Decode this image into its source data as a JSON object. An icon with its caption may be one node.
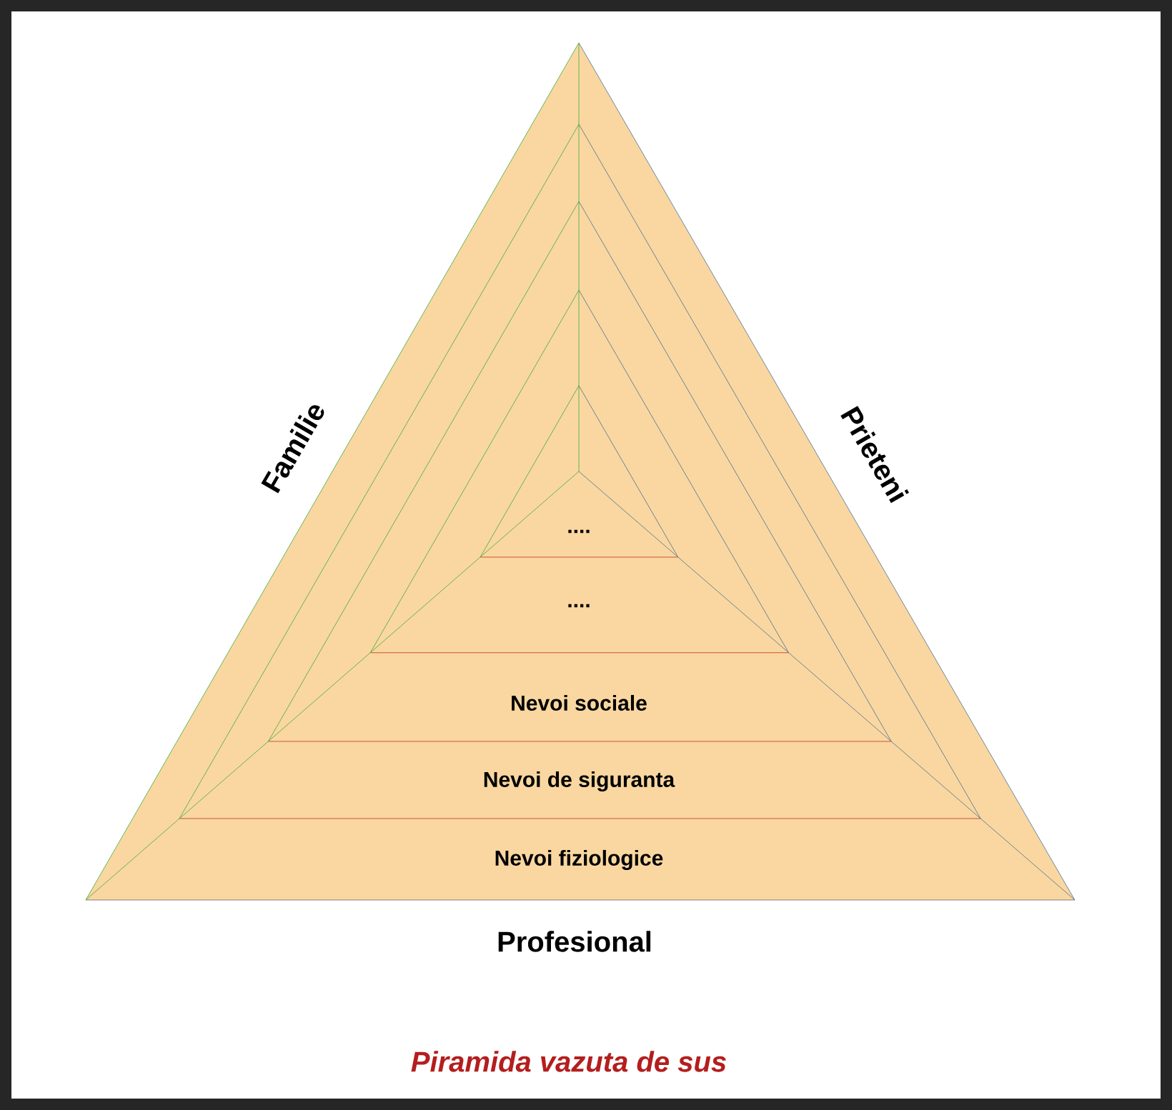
{
  "diagram": {
    "caption": "Piramida vazuta de sus",
    "nodes": [
      {
        "text": [
          "Nevoi fiziologice"
        ]
      },
      {
        "text": [
          "Nevoi de siguranta"
        ]
      },
      {
        "text": [
          "Nevoi sociale"
        ]
      },
      {
        "text": [
          "...."
        ]
      },
      {
        "text": [
          "...."
        ]
      }
    ],
    "labels": [
      "Familie",
      "Prieteni",
      "Profesional"
    ]
  }
}
